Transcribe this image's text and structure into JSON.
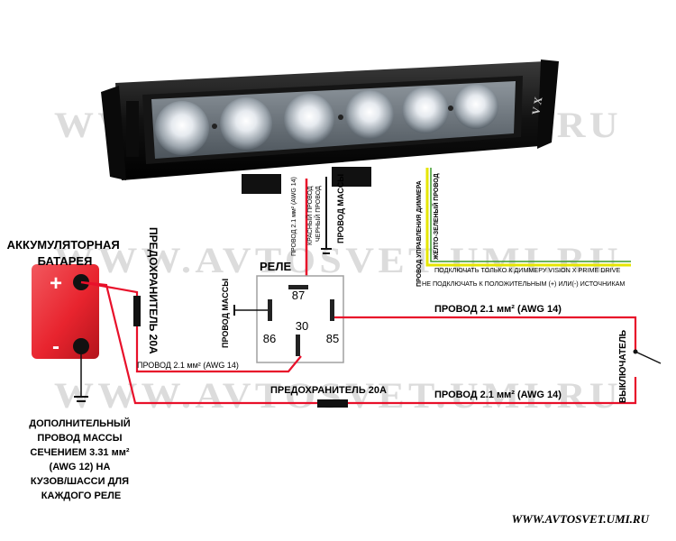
{
  "watermark": "WWW.AVTOSVET.UMI.RU",
  "footer_url": "WWW.AVTOSVET.UMI.RU",
  "battery": {
    "title": "АККУМУЛЯТОРНАЯ БАТАРЕЯ",
    "plus": "+",
    "minus": "-"
  },
  "ground_note": "ДОПОЛНИТЕЛЬНЫЙ ПРОВОД МАССЫ СЕЧЕНИЕМ 3.31 мм² (AWG 12) НА КУЗОВ/ШАССИ ДЛЯ КАЖДОГО РЕЛЕ",
  "fuse_vertical": "ПРЕДОХРАНИТЕЛЬ 20А",
  "fuse_bottom": "ПРЕДОХРАНИТЕЛЬ 20А",
  "relay": {
    "title": "РЕЛЕ",
    "pins": [
      "87",
      "86",
      "30",
      "85"
    ],
    "ground_wire": "ПРОВОД МАССЫ"
  },
  "light_wires": {
    "red_spec": "ПРОВОД 2.1 мм² (AWG 14)",
    "red_name": "КРАСНЫЙ ПРОВОД",
    "black_name": "ЧЕРНЫЙ ПРОВОД",
    "ground": "ПРОВОД МАССЫ",
    "dimmer": "ПРОВОД УПРАВЛЕНИЯ ДИММЕРА",
    "yellow_green": "ЖЕЛТО-ЗЕЛЕНЫЙ ПРОВОД"
  },
  "dimmer_note_1": "ПОДКЛЮЧАТЬ ТОЛЬКО К ДИММЕРУ VISION X PRIME DRIVE",
  "dimmer_note_2": "НЕ ПОДКЛЮЧАТЬ К ПОЛОЖИТЕЛЬНЫМ (+) ИЛИ(-) ИСТОЧНИКАМ",
  "wire_85": "ПРОВОД 2.1 мм² (AWG 14)",
  "wire_30": "ПРОВОД 2.1 мм² (AWG 14)",
  "wire_bottom": "ПРОВОД 2.1 мм² (AWG 14)",
  "switch": "ВЫКЛЮЧАТЕЛЬ",
  "colors": {
    "red_wire": "#e8102a",
    "yellow_wire": "#e6e600",
    "green_wire": "#3c9a2a",
    "battery_red": "#e8242e",
    "lightbar": "#1c1c1c",
    "relay_border": "#a0a0a0"
  }
}
